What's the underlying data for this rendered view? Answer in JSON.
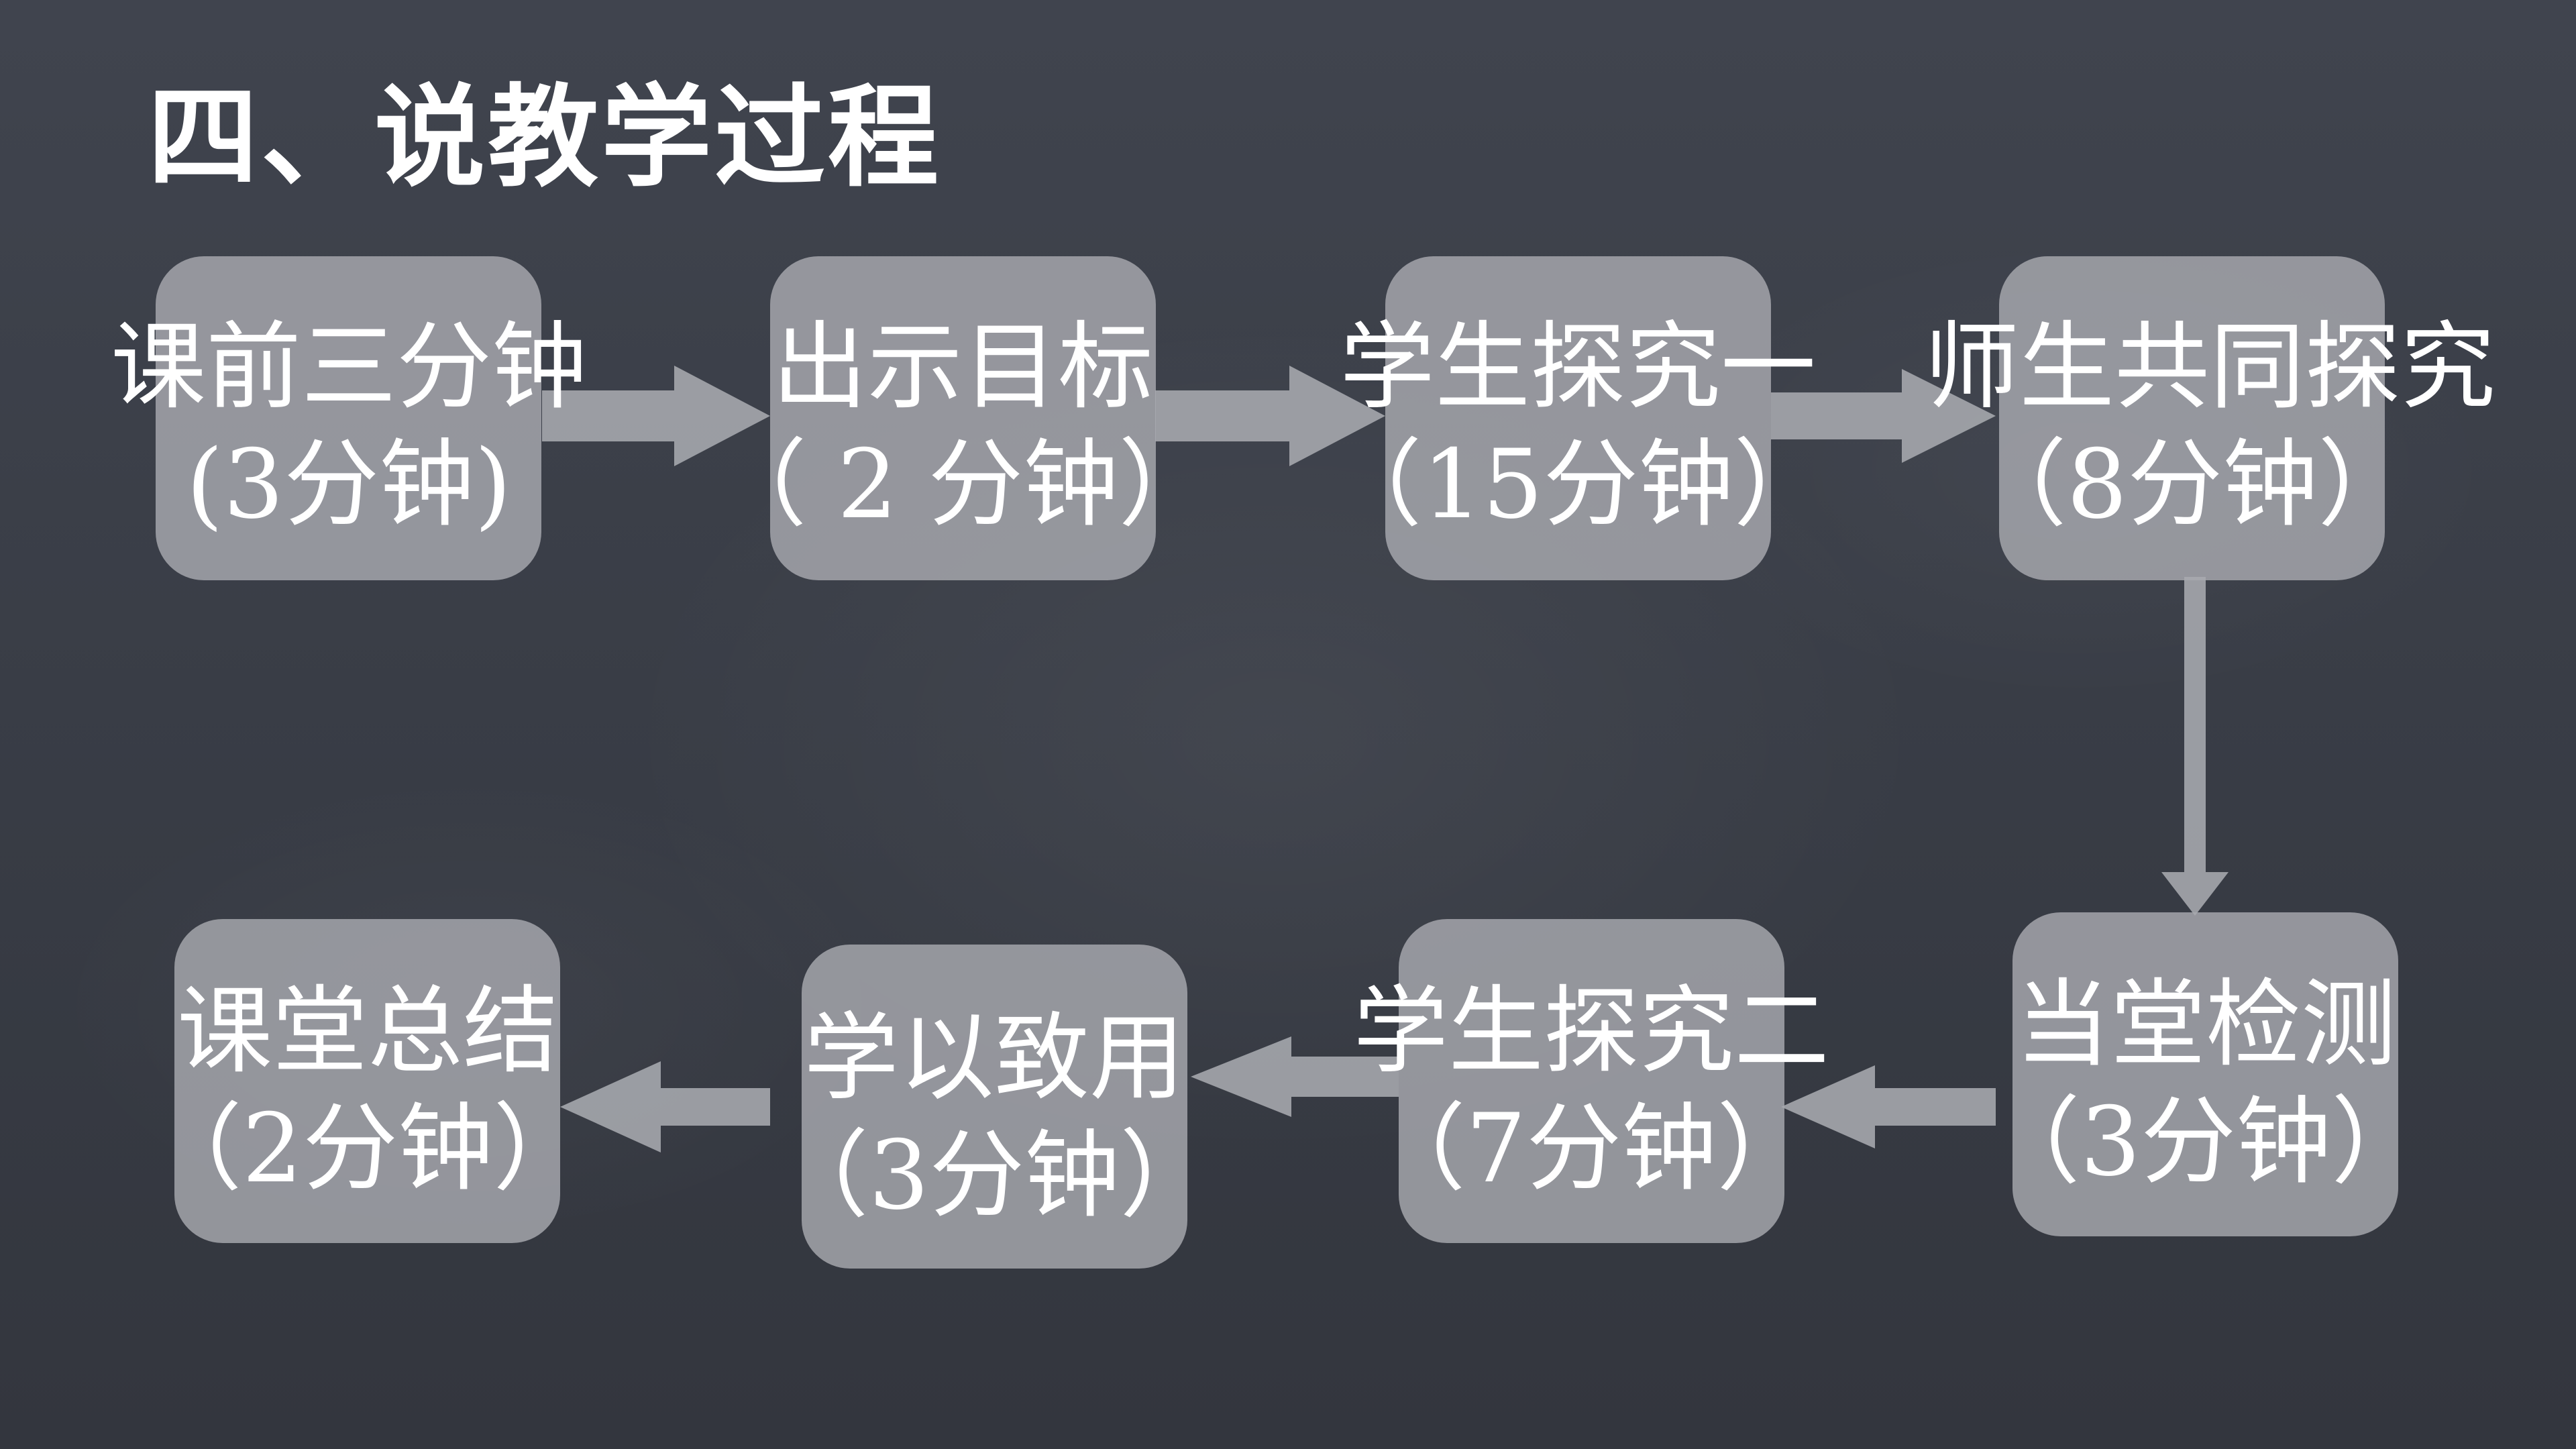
{
  "title": "四、说教学过程",
  "colors": {
    "background": "#3b3f48",
    "box": "#a8aab0",
    "arrow": "#a5a7ad",
    "text": "#ffffff"
  },
  "steps": [
    {
      "name": "课前三分钟",
      "duration": "(3分钟)"
    },
    {
      "name": "出示目标",
      "duration": "（ 2 分钟）"
    },
    {
      "name": "学生探究一",
      "duration": "（15分钟）"
    },
    {
      "name": "师生共同探究",
      "duration": "（8分钟）"
    },
    {
      "name": "当堂检测",
      "duration": "（3分钟）"
    },
    {
      "name": "学生探究二",
      "duration": "（7分钟）"
    },
    {
      "name": "学以致用",
      "duration": "（3分钟）"
    },
    {
      "name": "课堂总结",
      "duration": "（2分钟）"
    }
  ]
}
